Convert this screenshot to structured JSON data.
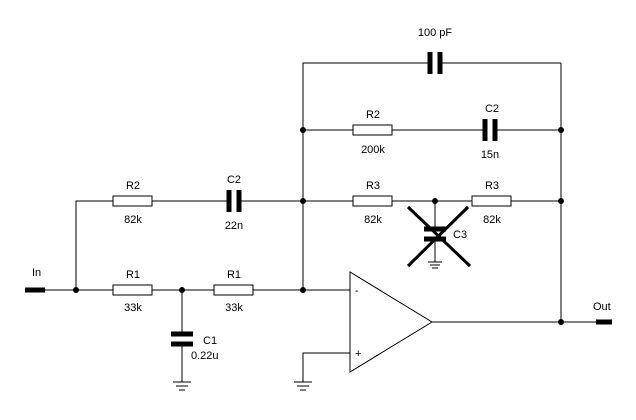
{
  "ports": {
    "input": "In",
    "output": "Out"
  },
  "components": {
    "cap_feedback_top": {
      "value": "100 pF"
    },
    "r2_feedback": {
      "name": "R2",
      "value": "200k"
    },
    "c2_feedback": {
      "name": "C2",
      "value": "15n"
    },
    "r3_left": {
      "name": "R3",
      "value": "82k"
    },
    "r3_right": {
      "name": "R3",
      "value": "82k"
    },
    "c3_removed": {
      "name": "C3"
    },
    "r2_input": {
      "name": "R2",
      "value": "82k"
    },
    "c2_input": {
      "name": "C2",
      "value": "22n"
    },
    "r1_left": {
      "name": "R1",
      "value": "33k"
    },
    "r1_right": {
      "name": "R1",
      "value": "33k"
    },
    "c1": {
      "name": "C1",
      "value": "0.22u"
    }
  },
  "opamp": {
    "inverting": "-",
    "noninverting": "+"
  }
}
